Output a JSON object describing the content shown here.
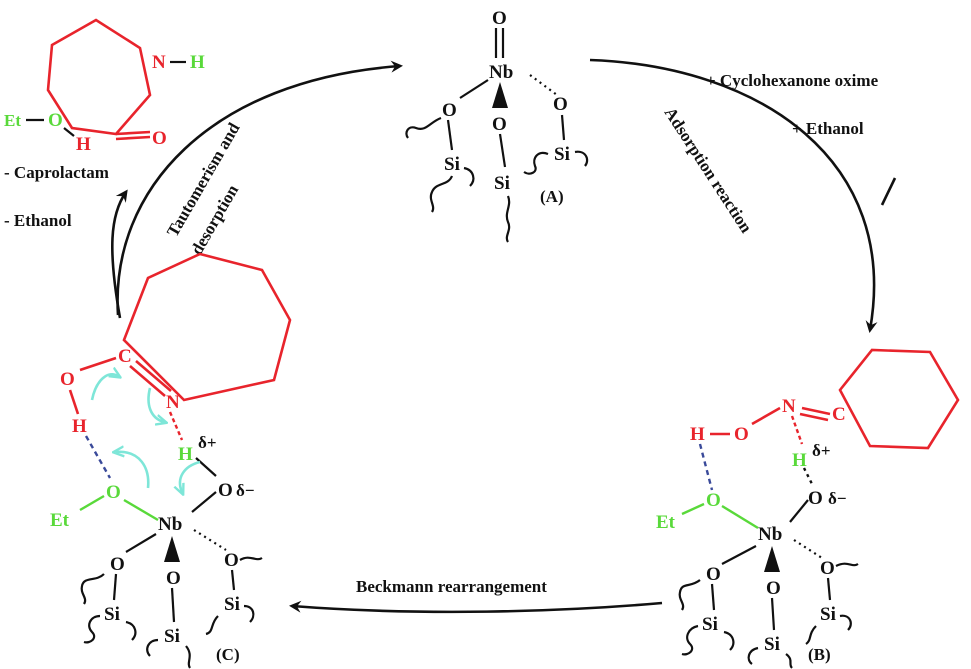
{
  "species": {
    "A": {
      "label": "(A)",
      "nb": "Nb",
      "o_double": "O",
      "o": "O",
      "si": "Si"
    },
    "B": {
      "label": "(B)",
      "nb": "Nb",
      "o": "O",
      "si": "Si",
      "h_red": "H",
      "o_red": "O",
      "n": "N",
      "c": "C",
      "h_green": "H",
      "delta_plus": "δ+",
      "delta_minus": "δ−",
      "et": "Et"
    },
    "C": {
      "label": "(C)",
      "nb": "Nb",
      "o": "O",
      "si": "Si",
      "o_red": "O",
      "h_red": "H",
      "c": "C",
      "n": "N",
      "h_green": "H",
      "delta_plus": "δ+",
      "delta_minus": "δ−",
      "et": "Et"
    },
    "product": {
      "n": "N",
      "h": "H",
      "o": "O",
      "et_oh_et": "Et",
      "et_oh_o": "O",
      "et_oh_h": "H"
    }
  },
  "arrows": {
    "adsorption_reagent_1": "+ Cyclohexanone oxime",
    "adsorption_reagent_2": "+ Ethanol",
    "adsorption_label": "Adsorption reaction",
    "beckmann_label": "Beckmann rearrangement",
    "tautomerism_line1": "Tautomerism and",
    "tautomerism_line2": "desorption",
    "released_1": "- Caprolactam",
    "released_2": "- Ethanol"
  },
  "colors": {
    "organic": "#e8242c",
    "ethanol_h": "#59d93a",
    "electron_flow": "#7ee6d8",
    "h_bond": "#3a4a9a",
    "framework": "#111111"
  }
}
